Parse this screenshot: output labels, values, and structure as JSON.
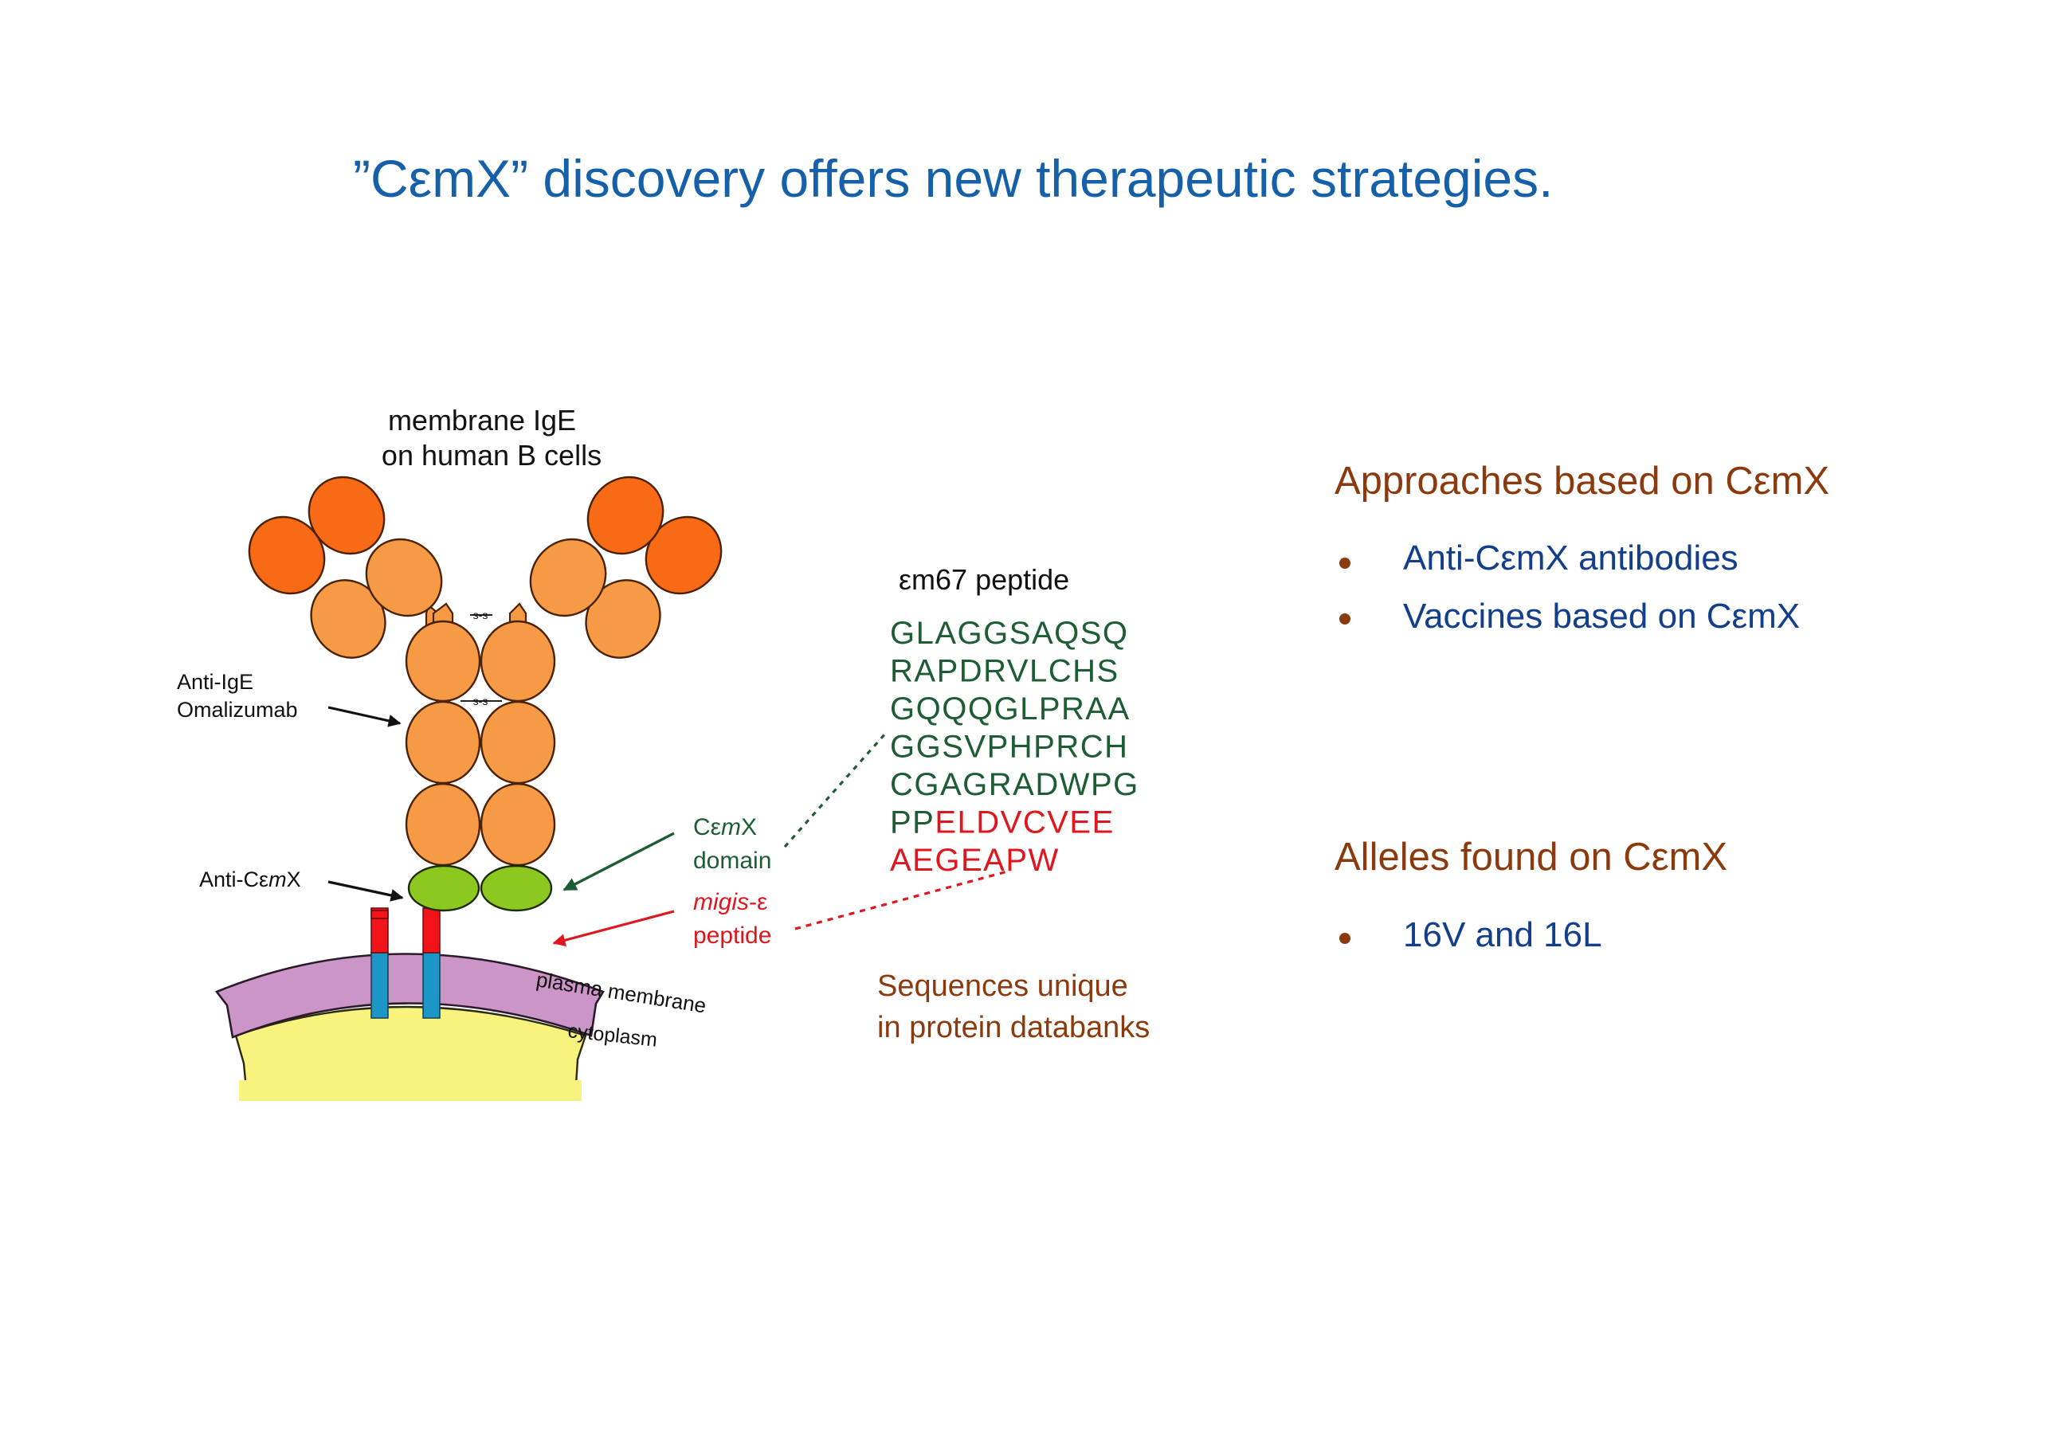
{
  "slide": {
    "title": "”CεmX” discovery offers  new therapeutic strategies."
  },
  "diagram": {
    "heading_line1": "membrane IgE",
    "heading_line2": "on human B cells",
    "disulfide_label": "s-s",
    "labels": {
      "anti_ige_line1": "Anti-IgE",
      "anti_ige_line2": "Omalizumab",
      "anti_cemx_prefix": "Anti-Cε",
      "anti_cemx_italic": "m",
      "anti_cemx_suffix": "X",
      "cemx_domain_prefix": "Cε",
      "cemx_domain_italic": "m",
      "cemx_domain_suffix": "X",
      "cemx_domain_line2": "domain",
      "migis_italic": "migis",
      "migis_suffix": "-ε",
      "migis_line2": "peptide",
      "plasma_membrane": "plasma membrane",
      "cytoplasm": "cytoplasm"
    },
    "colors": {
      "variable_domain": "#F96A16",
      "constant_domain": "#F79A45",
      "cemx_domain": "#8CC820",
      "migis_peptide": "#F2141A",
      "transmembrane": "#1B96C6",
      "membrane": "#CC95C8",
      "cytoplasm": "#F8F37E"
    }
  },
  "peptide": {
    "title": "εm67  peptide",
    "lines": [
      {
        "green": "GLAGGSAQSQ",
        "red": ""
      },
      {
        "green": "RAPDRVLCHS",
        "red": ""
      },
      {
        "green": "GQQQGLPRAA",
        "red": ""
      },
      {
        "green": "GGSVPHPRCH",
        "red": ""
      },
      {
        "green": "CGAGRADWPG",
        "red": ""
      },
      {
        "green": "PP",
        "red": "ELDVCVEE"
      },
      {
        "green": "",
        "red": "AEGEAPW"
      }
    ],
    "note_line1": "Sequences unique",
    "note_line2": "in protein databanks"
  },
  "approaches": {
    "heading": "Approaches based on CεmX",
    "items": [
      "Anti-CεmX antibodies",
      "Vaccines based on CεmX"
    ]
  },
  "alleles": {
    "heading": "Alleles found on CεmX",
    "items": [
      "16V and 16L"
    ]
  },
  "bullet": {
    "color": "#8B3A0E"
  }
}
